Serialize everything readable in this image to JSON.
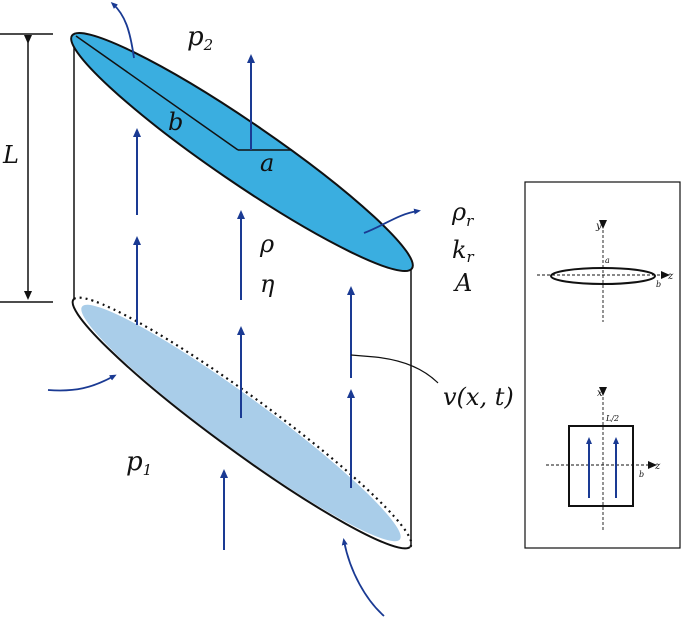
{
  "labels": {
    "p2": "p",
    "p2_sub": "2",
    "p1": "p",
    "p1_sub": "1",
    "L": "L",
    "b": "b",
    "a": "a",
    "rho": "ρ",
    "eta": "η",
    "rho_r": "ρ",
    "rho_r_sub": "r",
    "k_r": "k",
    "k_r_sub": "r",
    "A": "A",
    "velocity": "v(x, t)"
  },
  "inset_top": {
    "axis_y": "y",
    "axis_z": "z",
    "a": "a",
    "b": "b"
  },
  "inset_bottom": {
    "axis_x": "x",
    "axis_z": "z",
    "L_half": "L/2",
    "b": "b"
  },
  "colors": {
    "top_face": "#3aaee0",
    "bottom_face": "#a9cde9",
    "arrow": "#1a3a93",
    "outline": "#111111"
  }
}
